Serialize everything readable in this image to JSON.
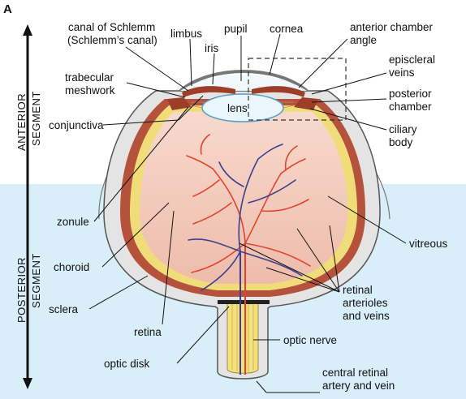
{
  "panel_letter": "A",
  "segments": {
    "anterior": [
      "ANTERIOR",
      "SEGMENT"
    ],
    "posterior": [
      "POSTERIOR",
      "SEGMENT"
    ]
  },
  "labels": {
    "canal": [
      "canal of Schlemm",
      "(Schlemm’s canal)"
    ],
    "limbus": "limbus",
    "pupil": "pupil",
    "cornea": "cornea",
    "anterior_chamber_angle": [
      "anterior chamber",
      "angle"
    ],
    "iris": "iris",
    "lens": "lens",
    "trabecular_meshwork": [
      "trabecular",
      "meshwork"
    ],
    "episcleral_veins": [
      "episcleral",
      "veins"
    ],
    "posterior_chamber": [
      "posterior",
      "chamber"
    ],
    "conjunctiva": "conjunctiva",
    "ciliary_body": [
      "ciliary",
      "body"
    ],
    "zonule": "zonule",
    "vitreous": "vitreous",
    "choroid": "choroid",
    "sclera": "sclera",
    "retina": "retina",
    "retinal_vessels": [
      "retinal",
      "arterioles",
      "and veins"
    ],
    "optic_nerve": "optic nerve",
    "optic_disk": "optic disk",
    "central_retinal": [
      "central retinal",
      "artery and vein"
    ]
  },
  "colors": {
    "posterior_background": "#d8eef8",
    "vitreous": "#f1c7b9",
    "retina": "#f0dd7a",
    "choroid": "#b5523c",
    "sclera": "#e4e4e4",
    "lens": "#e9f6fc",
    "arteries": "#e0442c",
    "veins": "#3b3f8f"
  }
}
